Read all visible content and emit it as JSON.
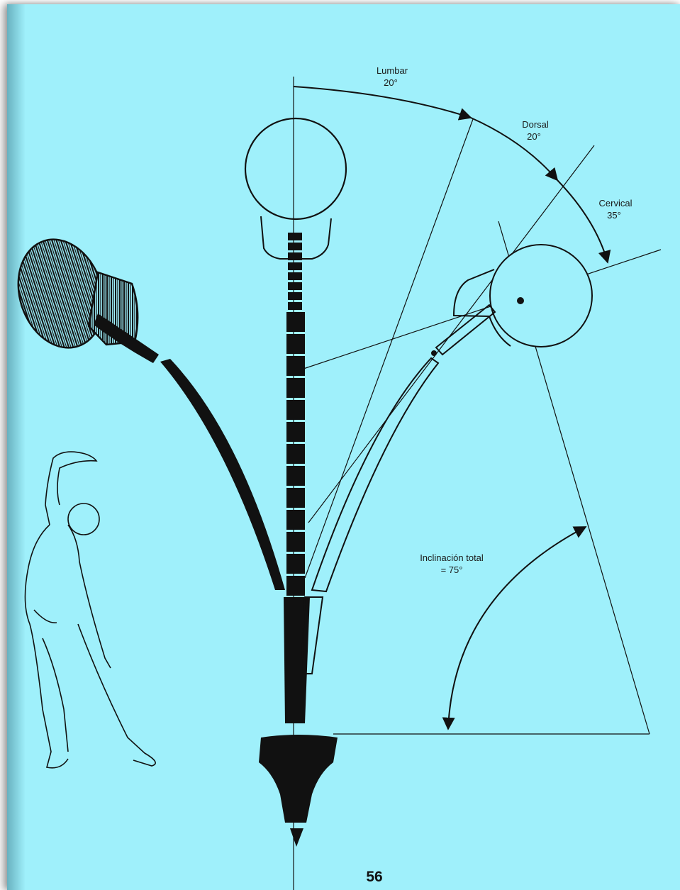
{
  "angle_labels": {
    "lumbar": {
      "name": "Lumbar",
      "value": "20°"
    },
    "dorsal": {
      "name": "Dorsal",
      "value": "20°"
    },
    "cervical": {
      "name": "Cervical",
      "value": "35°"
    }
  },
  "total": {
    "line1": "Inclinación total",
    "line2": "= 75°"
  },
  "page_number": "56",
  "colors": {
    "background": "#9ff0fb",
    "ink": "#111111"
  }
}
